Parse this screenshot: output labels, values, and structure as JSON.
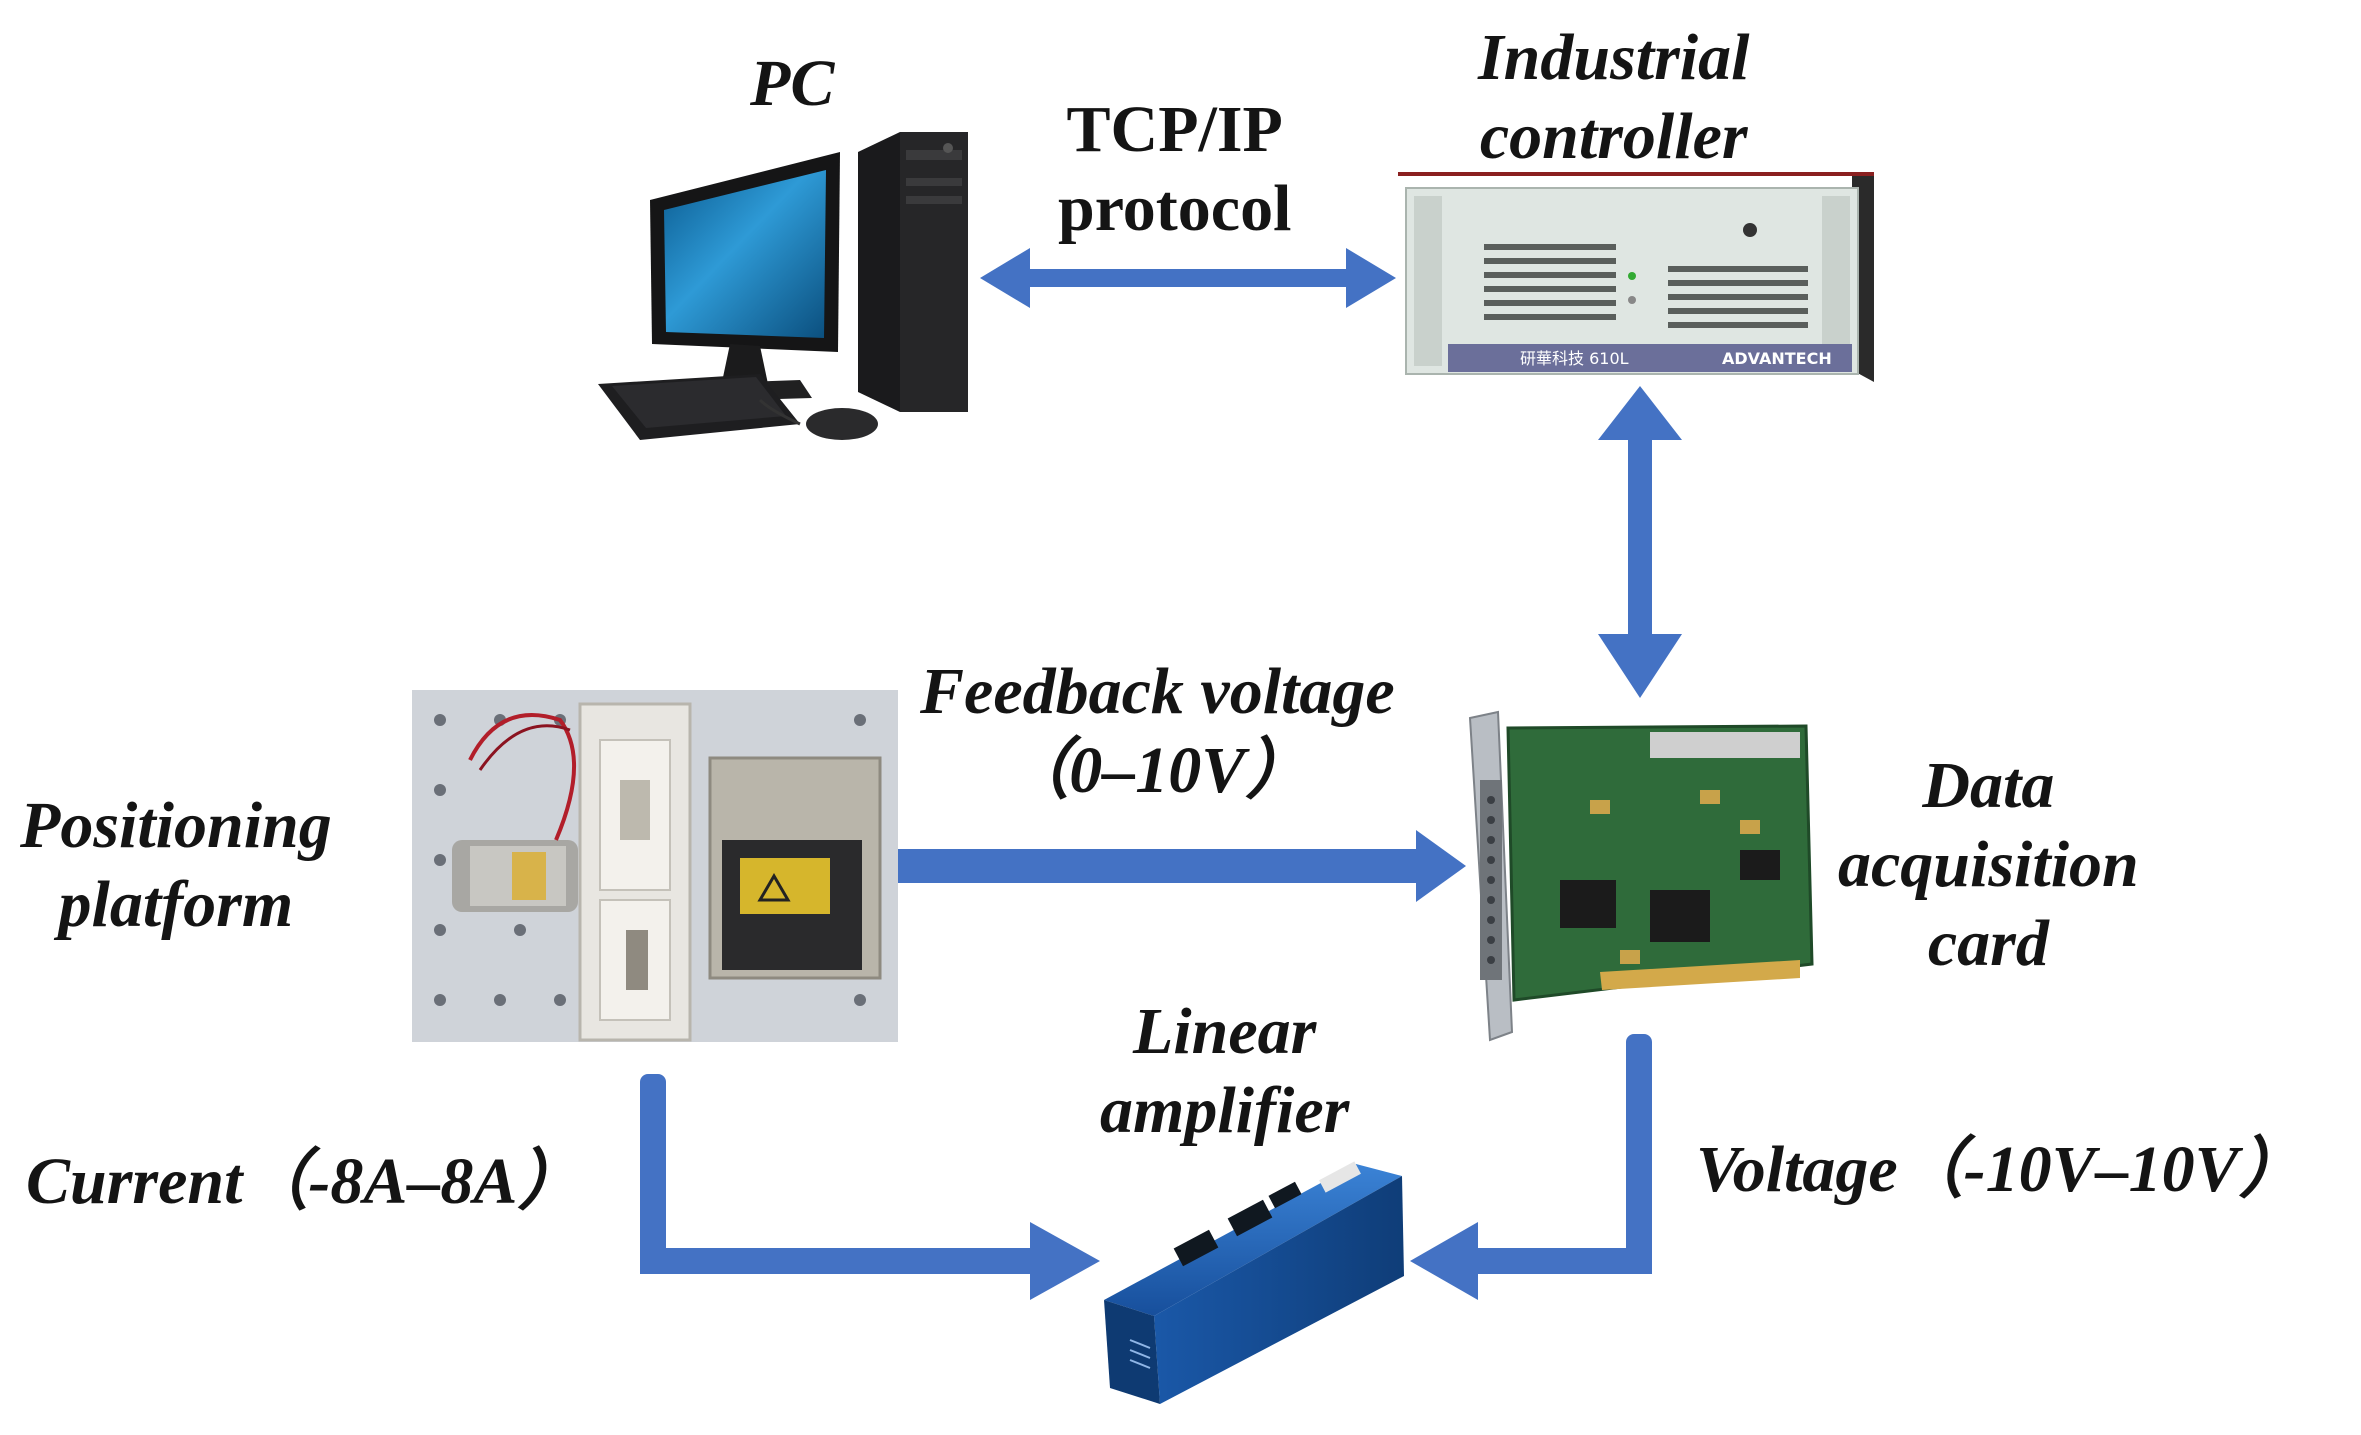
{
  "colors": {
    "arrow": "#4472C4",
    "text": "#141414",
    "amplifier": "#1f5fb0",
    "pcb": "#2f6b3a",
    "controller": "#dfe6e2"
  },
  "nodes": {
    "pc": {
      "label": "PC"
    },
    "controller": {
      "line1": "Industrial",
      "line2": "controller",
      "badge": "研華科技 610L",
      "brand": "ADVANTECH"
    },
    "daq": {
      "line1": "Data",
      "line2": "acquisition",
      "line3": "card"
    },
    "platform": {
      "line1": "Positioning",
      "line2": "platform"
    },
    "amplifier": {
      "line1": "Linear",
      "line2": "amplifier"
    }
  },
  "links": {
    "tcp": {
      "line1": "TCP/IP",
      "line2": "protocol"
    },
    "feedback": {
      "line1": "Feedback voltage",
      "line2": "（0–10V）"
    },
    "current": {
      "label": "Current（-8A–8A）"
    },
    "voltage": {
      "label": "Voltage（-10V–10V）"
    }
  }
}
